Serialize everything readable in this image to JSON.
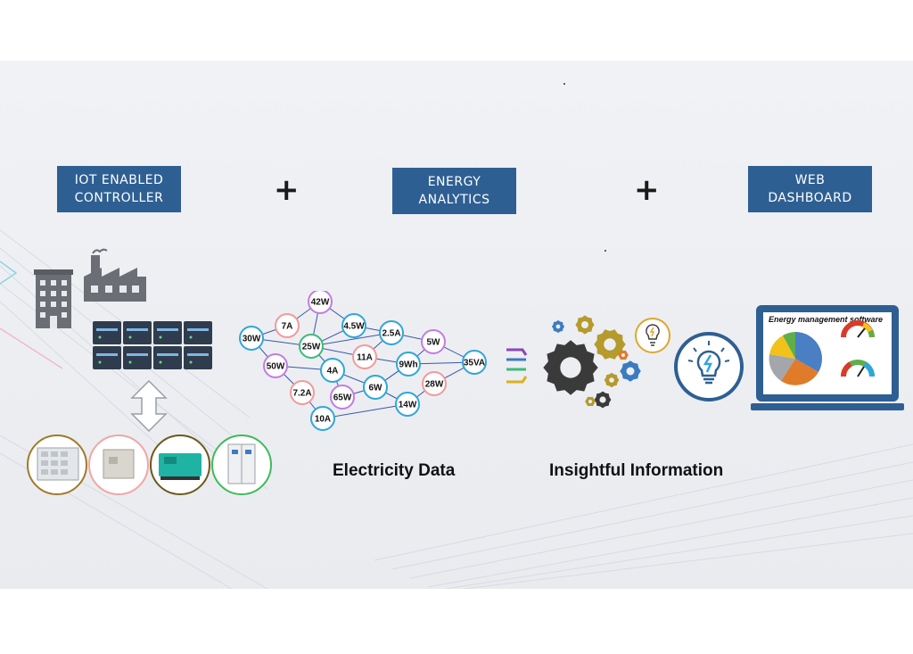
{
  "headers": {
    "iot": {
      "line1": "IOT ENABLED",
      "line2": "CONTROLLER"
    },
    "analytics": {
      "line1": "ENERGY",
      "line2": "ANALYTICS"
    },
    "dashboard": {
      "line1": "WEB",
      "line2": "DASHBOARD"
    }
  },
  "plus_sign": "+",
  "captions": {
    "electricity": "Electricity Data",
    "insight": "Insightful Information"
  },
  "dashboard_title": "Energy management software",
  "network_nodes": [
    {
      "id": "42W",
      "label": "42W",
      "color": "#c37ce0"
    },
    {
      "id": "7A",
      "label": "7A",
      "color": "#f29a9a"
    },
    {
      "id": "4.5W",
      "label": "4.5W",
      "color": "#2fa6d9"
    },
    {
      "id": "30W",
      "label": "30W",
      "color": "#2fa6d9"
    },
    {
      "id": "25W",
      "label": "25W",
      "color": "#3dbb7a"
    },
    {
      "id": "2.5A",
      "label": "2.5A",
      "color": "#2fa6d9"
    },
    {
      "id": "5W",
      "label": "5W",
      "color": "#c37ce0"
    },
    {
      "id": "11A",
      "label": "11A",
      "color": "#f29a9a"
    },
    {
      "id": "50W",
      "label": "50W",
      "color": "#c37ce0"
    },
    {
      "id": "4A",
      "label": "4A",
      "color": "#2fa6d9"
    },
    {
      "id": "9Wh",
      "label": "9Wh",
      "color": "#2fa6d9"
    },
    {
      "id": "35VA",
      "label": "35VA",
      "color": "#2fa6d9"
    },
    {
      "id": "7.2A",
      "label": "7.2A",
      "color": "#f29a9a"
    },
    {
      "id": "6W",
      "label": "6W",
      "color": "#2fa6d9"
    },
    {
      "id": "28W",
      "label": "28W",
      "color": "#f29a9a"
    },
    {
      "id": "65W",
      "label": "65W",
      "color": "#c37ce0"
    },
    {
      "id": "14W",
      "label": "14W",
      "color": "#2fa6d9"
    },
    {
      "id": "10A",
      "label": "10A",
      "color": "#2fa6d9"
    }
  ],
  "network_edges": [
    [
      "30W",
      "7A"
    ],
    [
      "30W",
      "25W"
    ],
    [
      "30W",
      "50W"
    ],
    [
      "7A",
      "42W"
    ],
    [
      "42W",
      "4.5W"
    ],
    [
      "42W",
      "25W"
    ],
    [
      "4.5W",
      "25W"
    ],
    [
      "4.5W",
      "2.5A"
    ],
    [
      "25W",
      "2.5A"
    ],
    [
      "25W",
      "4A"
    ],
    [
      "25W",
      "11A"
    ],
    [
      "2.5A",
      "5W"
    ],
    [
      "2.5A",
      "11A"
    ],
    [
      "5W",
      "9Wh"
    ],
    [
      "5W",
      "35VA"
    ],
    [
      "11A",
      "9Wh"
    ],
    [
      "9Wh",
      "35VA"
    ],
    [
      "9Wh",
      "6W"
    ],
    [
      "50W",
      "7.2A"
    ],
    [
      "50W",
      "4A"
    ],
    [
      "4A",
      "6W"
    ],
    [
      "4A",
      "65W"
    ],
    [
      "7.2A",
      "10A"
    ],
    [
      "65W",
      "6W"
    ],
    [
      "6W",
      "14W"
    ],
    [
      "14W",
      "28W"
    ],
    [
      "28W",
      "35VA"
    ],
    [
      "10A",
      "14W"
    ],
    [
      "6W",
      "9Wh"
    ]
  ],
  "colors": {
    "header_bg": "#2e5f93",
    "gear_dark": "#3a3a3a",
    "gear_olive": "#b59a2c",
    "gear_blue": "#3c7bbf",
    "monitor_blue": "#2e5f93"
  },
  "icons": {
    "building": "office-building-icon",
    "factory": "factory-icon",
    "controller": "iot-controller-device-icon",
    "arrow": "bidirectional-arrow-icon",
    "equipment": [
      "electrical-panel-icon",
      "switchgear-cabinet-icon",
      "generator-icon",
      "control-panel-icon"
    ],
    "flow": "data-flow-lines-icon",
    "gears": "gears-icon",
    "bulb": "lightbulb-icon",
    "bulb_circle": "energy-bulb-circle-icon",
    "monitor": "dashboard-monitor-icon"
  }
}
